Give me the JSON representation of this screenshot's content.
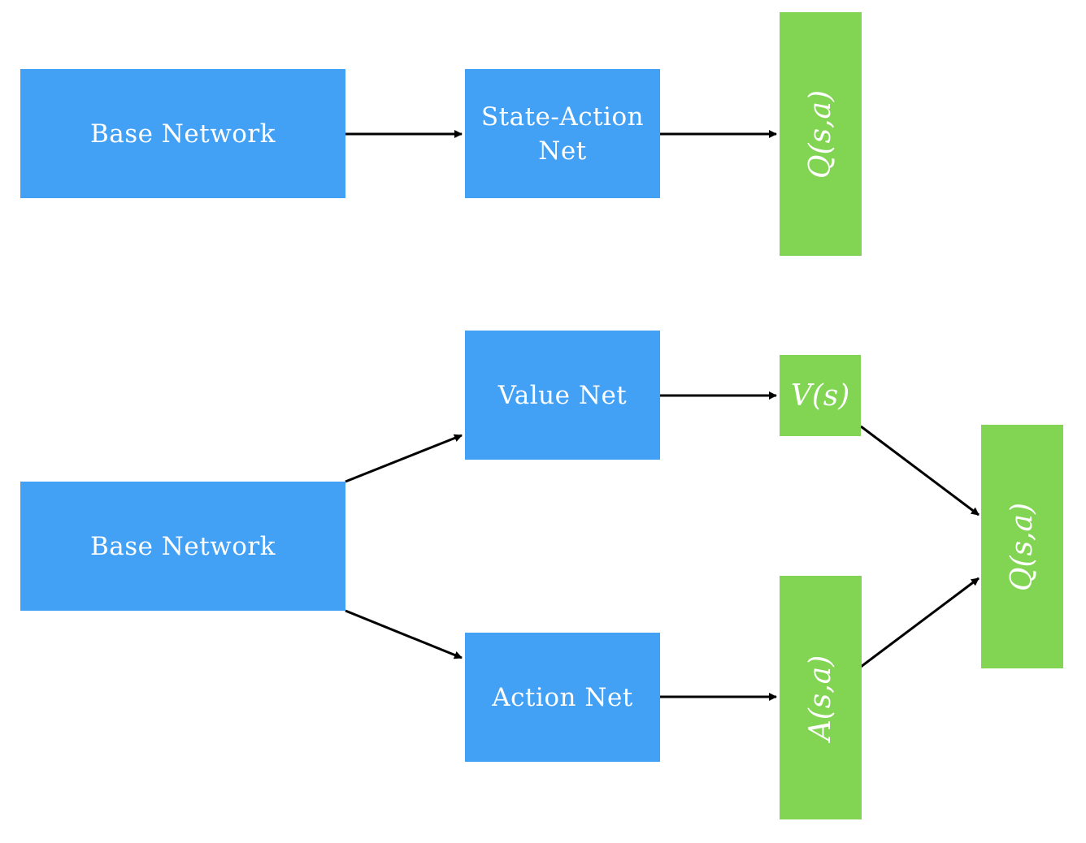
{
  "diagram": {
    "top": {
      "base_network": "Base Network",
      "state_action_net_line1": "State-Action",
      "state_action_net_line2": "Net",
      "q_output": "Q(s,a)"
    },
    "bottom": {
      "base_network": "Base Network",
      "value_net": "Value Net",
      "action_net": "Action Net",
      "v_output": "V(s)",
      "a_output": "A(s,a)",
      "q_output": "Q(s,a)"
    },
    "colors": {
      "network_box": "#42a0f5",
      "output_box": "#82d453",
      "arrow": "#000000",
      "text": "#ffffff"
    }
  }
}
